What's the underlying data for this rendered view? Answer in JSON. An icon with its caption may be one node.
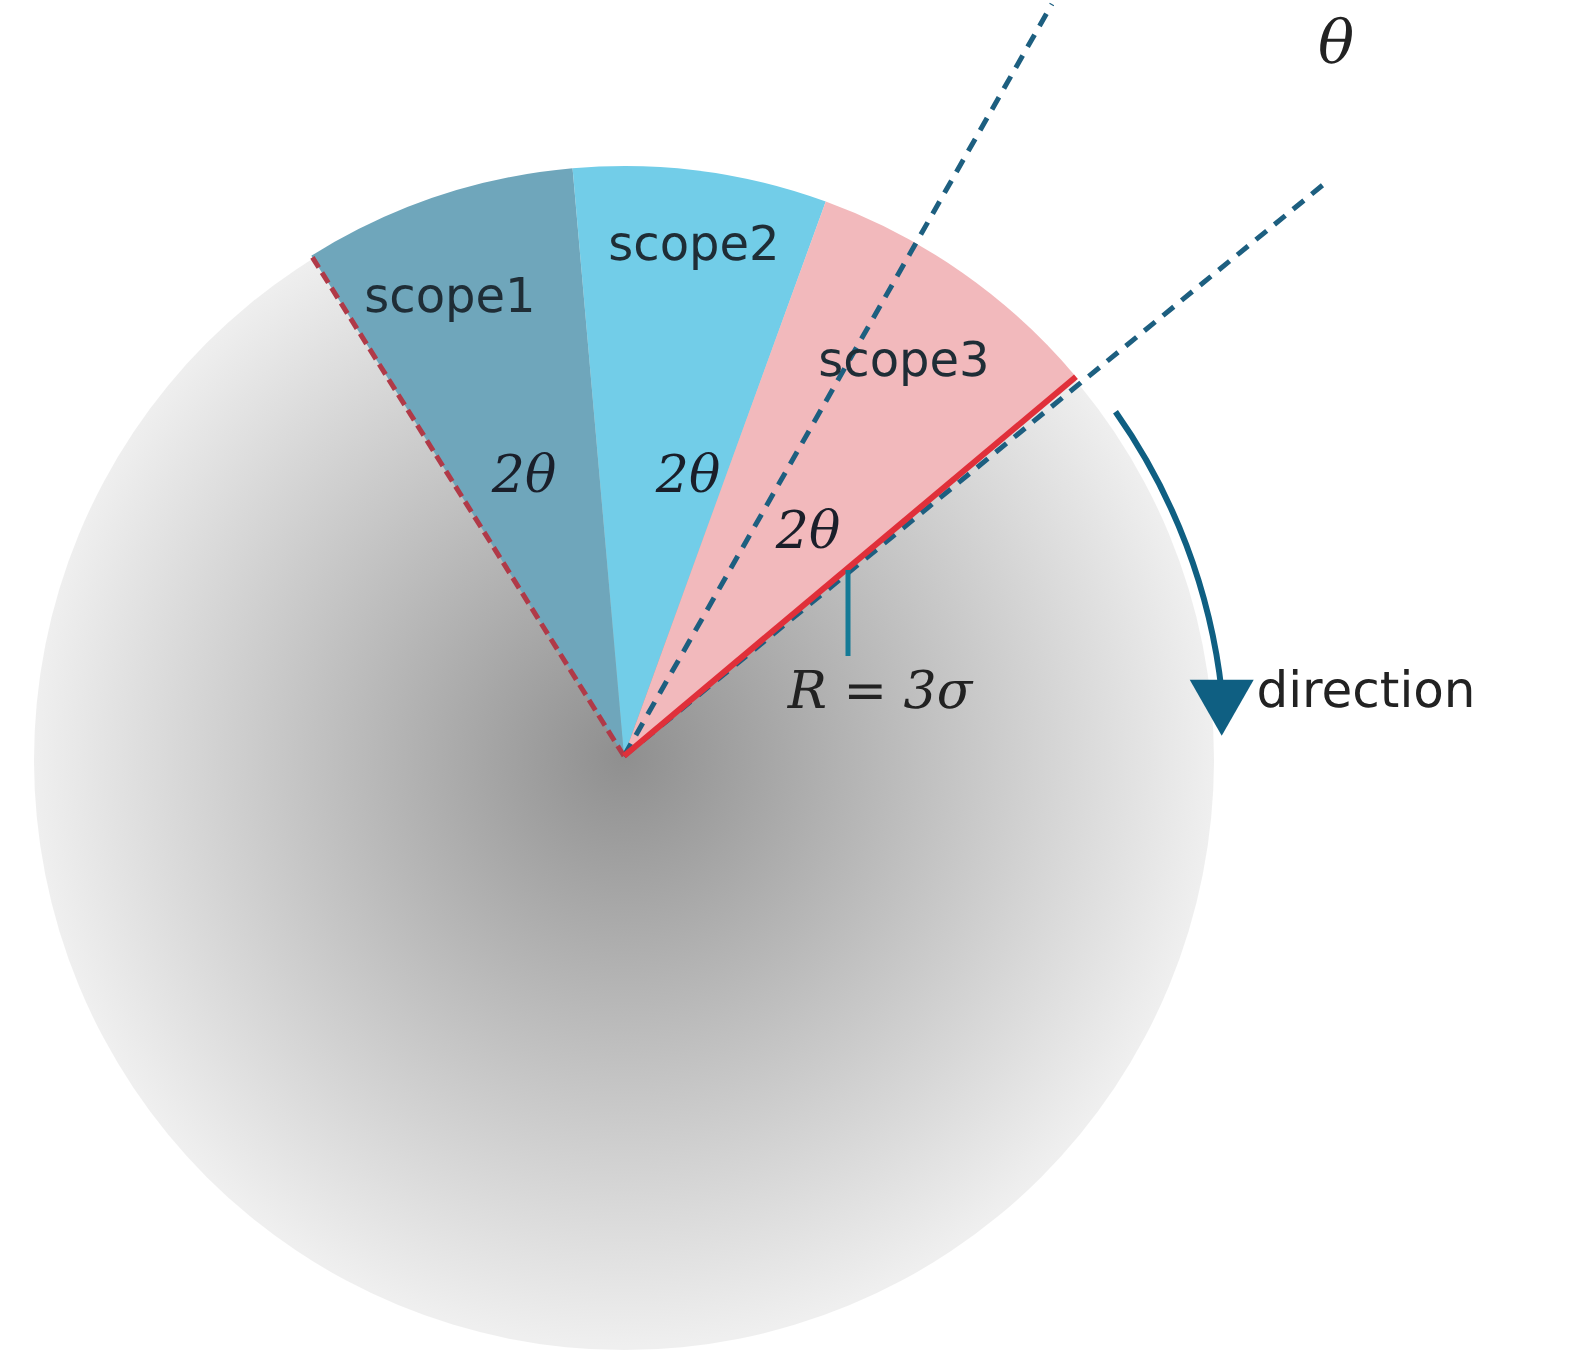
{
  "diagram": {
    "nodes": [
      {
        "text": [
          "scope1",
          "2θ"
        ]
      },
      {
        "text": [
          "scope2",
          "2θ"
        ]
      },
      {
        "text": [
          "scope3",
          "2θ"
        ]
      }
    ],
    "labels": [
      "θ",
      "R = 3σ",
      "direction"
    ]
  }
}
